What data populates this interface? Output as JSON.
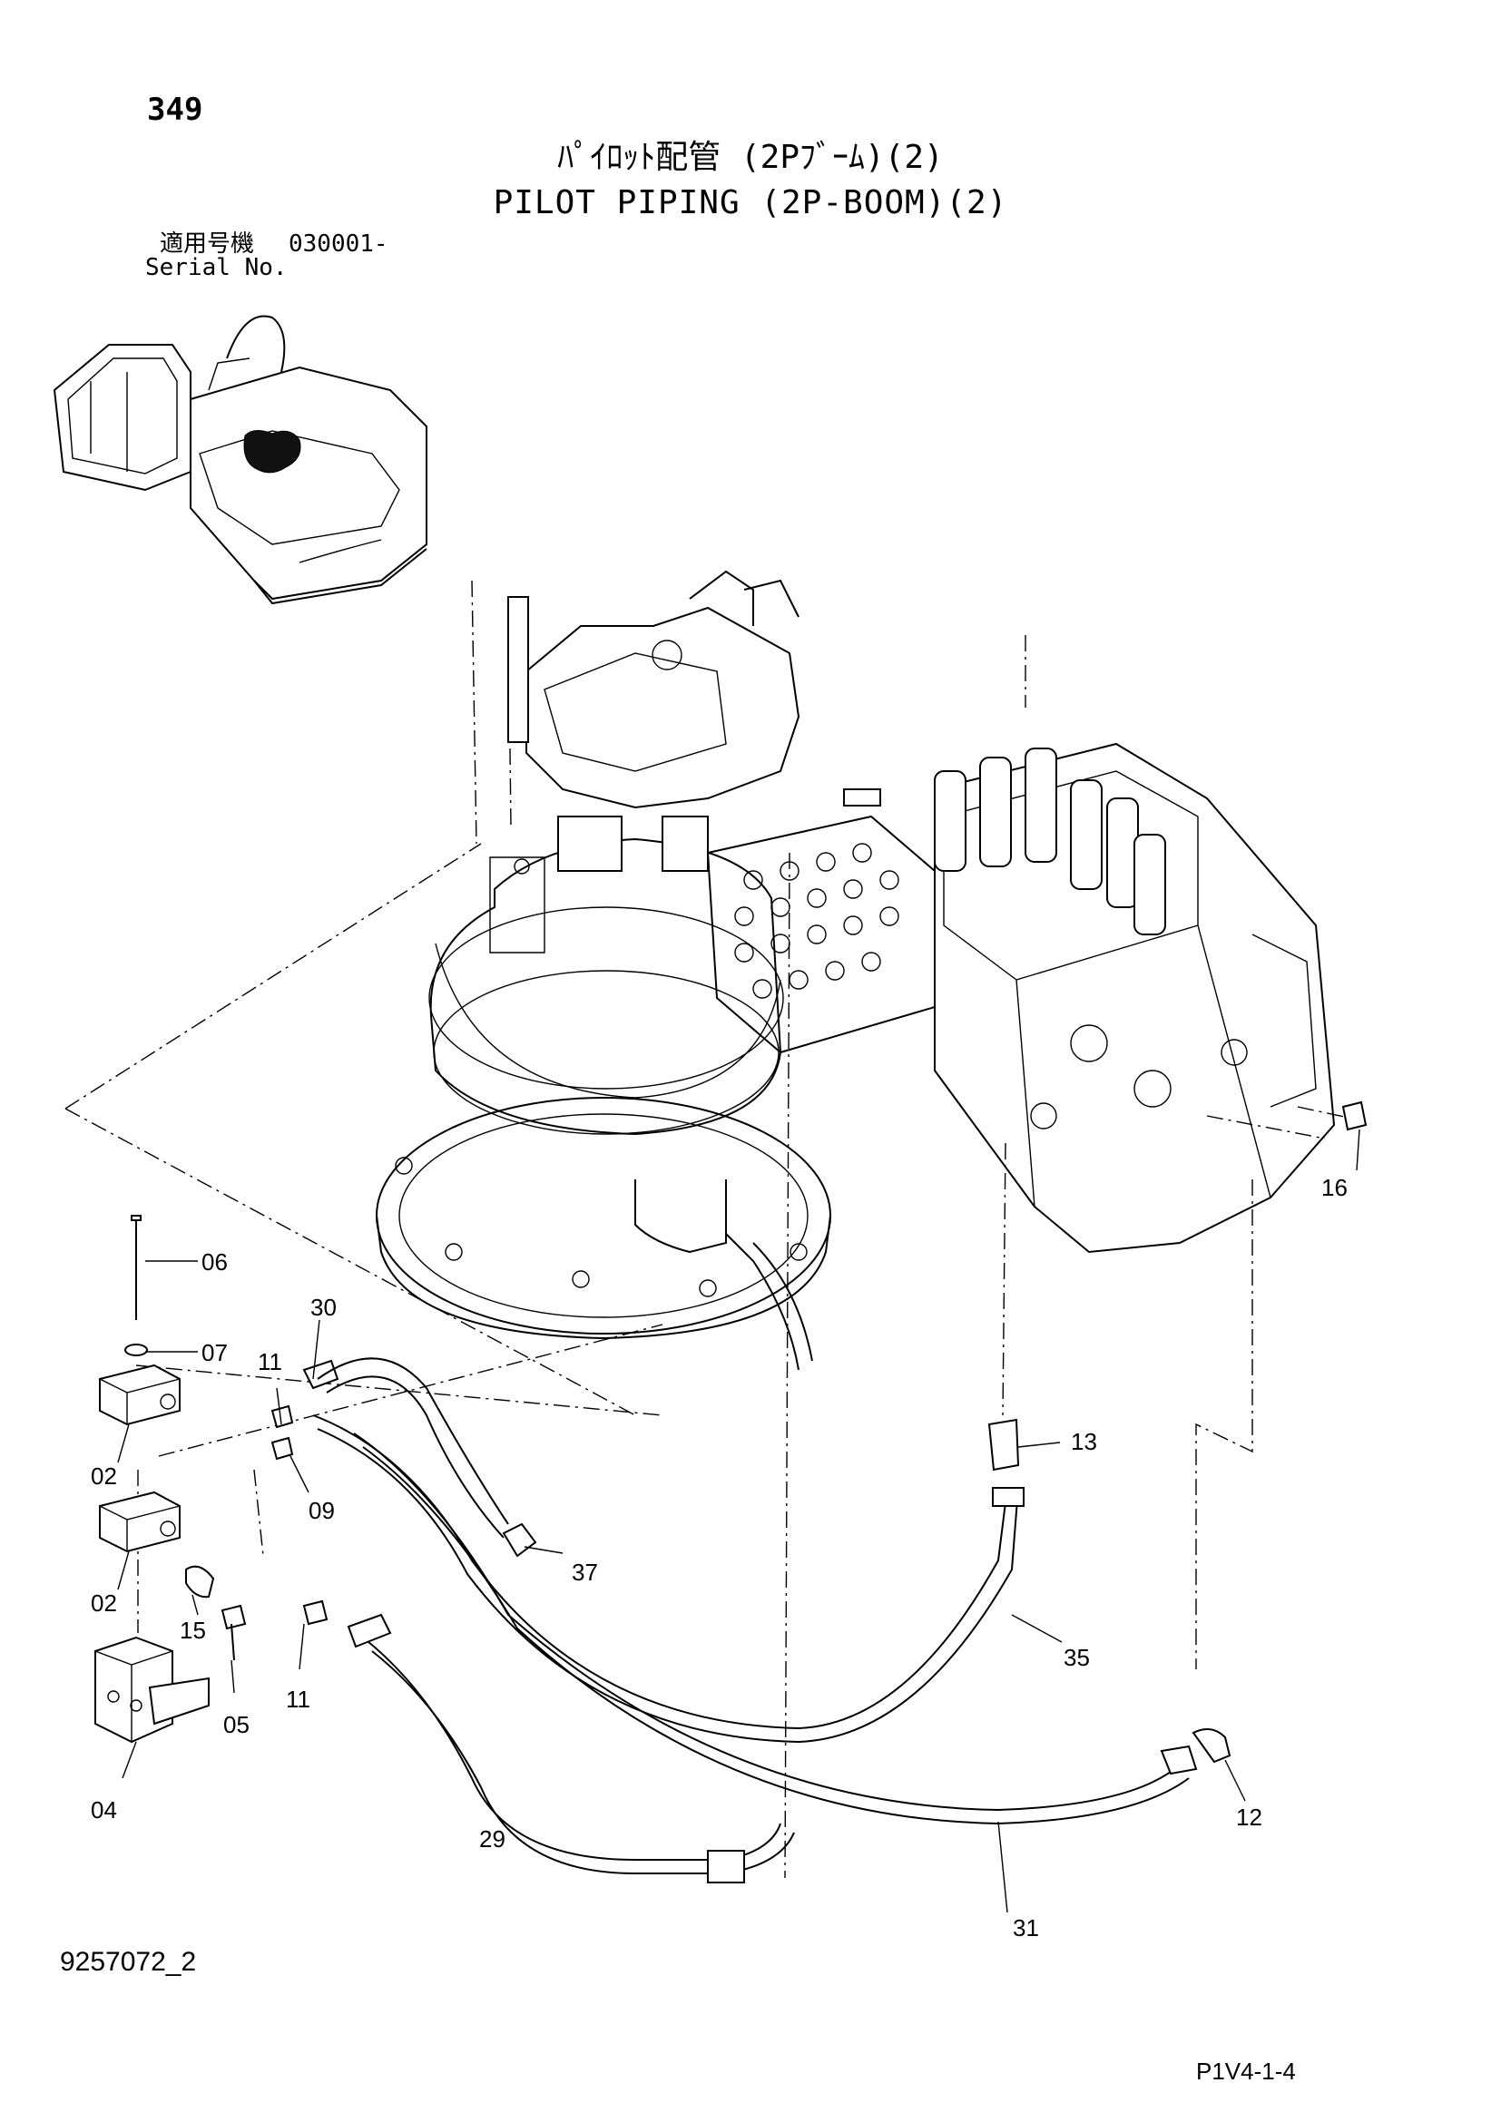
{
  "header": {
    "page_number": "349",
    "title_jp": "ﾊﾟｲﾛｯﾄ配管 (2Pﾌﾞｰﾑ)(2)",
    "title_en": "PILOT PIPING (2P-BOOM)(2)",
    "serial_label_jp": "適用号機",
    "serial_value": "030001-",
    "serial_label_en": "Serial No."
  },
  "footer": {
    "document_number": "9257072_2",
    "page_code": "P1V4-1-4"
  },
  "callouts": [
    {
      "id": "06",
      "label": "06"
    },
    {
      "id": "07",
      "label": "07"
    },
    {
      "id": "02a",
      "label": "02"
    },
    {
      "id": "02b",
      "label": "02"
    },
    {
      "id": "04",
      "label": "04"
    },
    {
      "id": "05",
      "label": "05"
    },
    {
      "id": "15",
      "label": "15"
    },
    {
      "id": "11a",
      "label": "11"
    },
    {
      "id": "11b",
      "label": "11"
    },
    {
      "id": "09",
      "label": "09"
    },
    {
      "id": "30",
      "label": "30"
    },
    {
      "id": "37",
      "label": "37"
    },
    {
      "id": "29",
      "label": "29"
    },
    {
      "id": "31",
      "label": "31"
    },
    {
      "id": "35",
      "label": "35"
    },
    {
      "id": "13",
      "label": "13"
    },
    {
      "id": "12",
      "label": "12"
    },
    {
      "id": "16",
      "label": "16"
    }
  ]
}
